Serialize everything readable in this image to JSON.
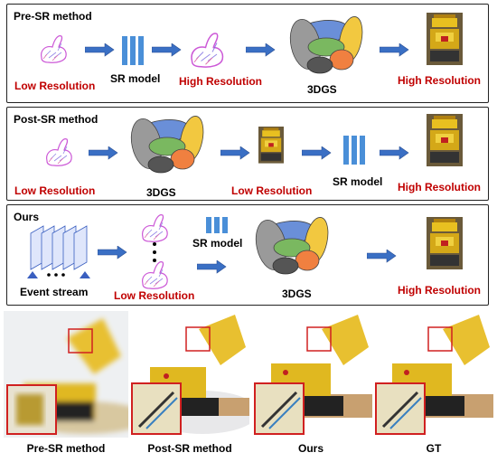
{
  "panel1": {
    "title": "Pre-SR method",
    "low_res": "Low Resolution",
    "sr_model": "SR model",
    "high_res_1": "High Resolution",
    "gs": "3DGS",
    "high_res_2": "High Resolution"
  },
  "panel2": {
    "title": "Post-SR method",
    "low_res_1": "Low Resolution",
    "gs": "3DGS",
    "low_res_2": "Low Resolution",
    "sr_model": "SR model",
    "high_res": "High Resolution"
  },
  "panel3": {
    "title": "Ours",
    "event_stream": "Event stream",
    "sr_model": "SR model",
    "low_res": "Low Resolution",
    "gs": "3DGS",
    "high_res": "High Resolution"
  },
  "captions": {
    "c1": "Pre-SR method",
    "c2": "Post-SR method",
    "c3": "Ours",
    "c4": "GT"
  },
  "colors": {
    "red_label": "#c00000",
    "arrow_blue": "#3a6fc4",
    "sr_bar_blue": "#4a8fd8",
    "lego_yellow": "#e8c020"
  }
}
